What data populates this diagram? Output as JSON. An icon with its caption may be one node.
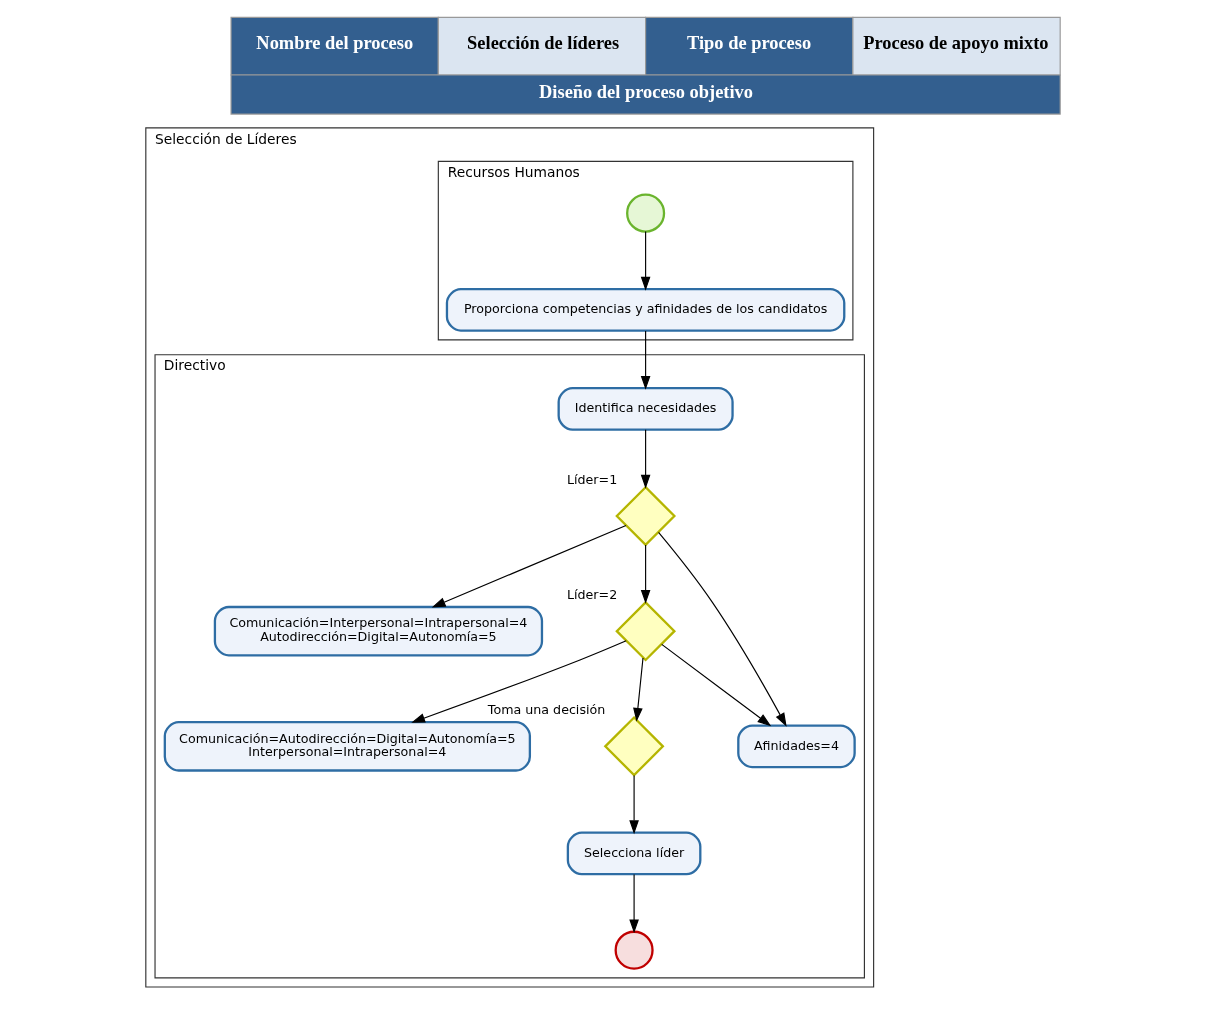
{
  "diagram": {
    "nodes": [
      {
        "text": [
          "Selección de Líderes"
        ]
      },
      {
        "text": [
          "Recursos Humanos"
        ],
        "in": 0
      },
      {
        "text": [],
        "shape": "circle",
        "in": 1
      },
      {
        "text": [
          "Proporciona competencias y afinidades de los candidatos"
        ],
        "in": 1
      },
      {
        "text": [
          "Directivo"
        ],
        "in": 0
      },
      {
        "text": [
          "Identifica necesidades"
        ],
        "in": 4
      },
      {
        "text": [],
        "shape": "diamond",
        "in": 4,
        "beside": [
          "Líder=1"
        ]
      },
      {
        "text": [
          "Comunicación=Interpersonal=Intrapersonal=4",
          "Autodirección=Digital=Autonomía=5"
        ],
        "in": 4
      },
      {
        "text": [],
        "shape": "diamond",
        "in": 4,
        "beside": [
          "Líder=2"
        ]
      },
      {
        "text": [
          "Comunicación=Autodirección=Digital=Autonomía=5",
          "Interpersonal=Intrapersonal=4"
        ],
        "in": 4
      },
      {
        "text": [
          "Afinidades=4"
        ],
        "in": 4
      },
      {
        "text": [],
        "shape": "diamond",
        "in": 4,
        "beside": [
          "Toma una decisión"
        ]
      },
      {
        "text": [
          "Selecciona líder"
        ],
        "in": 4
      },
      {
        "text": [],
        "shape": "circle",
        "in": 4
      }
    ],
    "edges": [
      {
        "from": 2,
        "to": 3,
        "arrow": "to"
      },
      {
        "from": 3,
        "to": 5,
        "arrow": "to"
      },
      {
        "from": 5,
        "to": 6,
        "arrow": "to"
      },
      {
        "from": 6,
        "to": 7,
        "arrow": "to"
      },
      {
        "from": 6,
        "to": 10,
        "arrow": "to"
      },
      {
        "from": 6,
        "to": 8,
        "arrow": "to"
      },
      {
        "from": 8,
        "to": 9,
        "arrow": "to"
      },
      {
        "from": 8,
        "to": 10,
        "arrow": "to"
      },
      {
        "from": 8,
        "to": 11,
        "arrow": "to"
      },
      {
        "from": 11,
        "to": 12,
        "arrow": "to"
      },
      {
        "from": 12,
        "to": 13,
        "arrow": "to"
      }
    ],
    "labels": [
      "Nombre del proceso",
      "Selección de líderes",
      "Tipo de proceso",
      "Proceso de apoyo mixto",
      "Diseño del proceso objetivo"
    ]
  }
}
